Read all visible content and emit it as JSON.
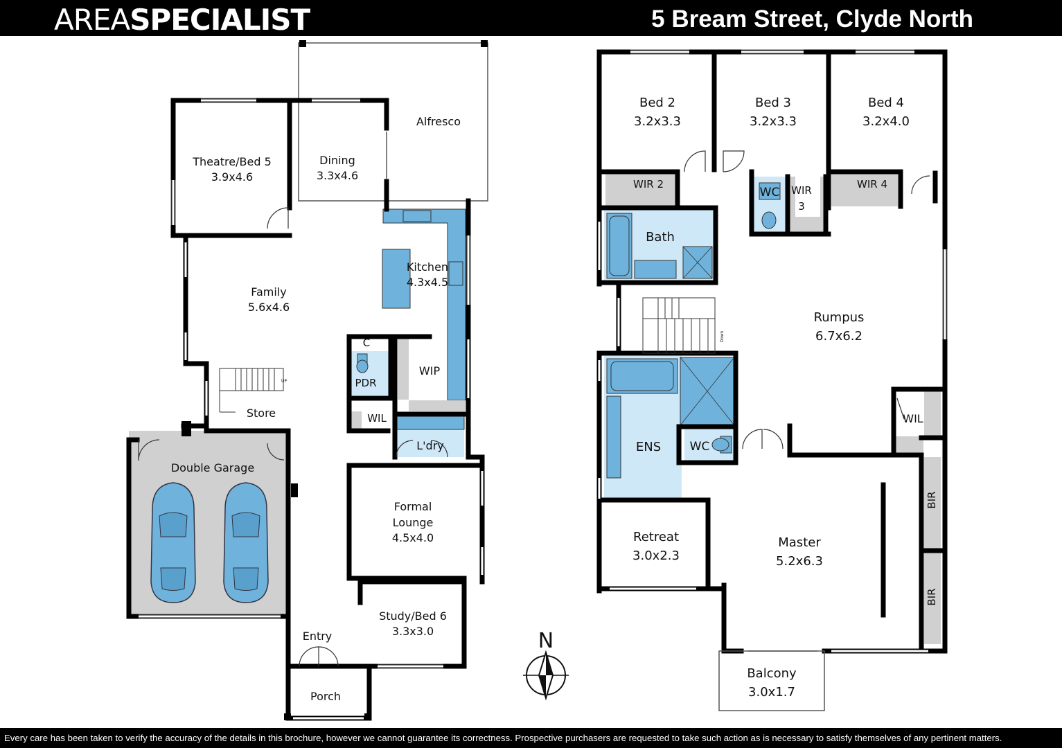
{
  "brand": {
    "light": "AREA",
    "bold": "SPECIALIST"
  },
  "address": "5 Bream Street, Clyde North",
  "disclaimer": "Every care has been taken to verify the accuracy of the details in this brochure, however we cannot guarantee its correctness. Prospective purchasers are requested to take such action as is necessary to satisfy themselves of any pertinent matters.",
  "compass": {
    "label": "N"
  },
  "colors": {
    "wet_area": "#6fb3dc",
    "light_wet": "#cfe8f8",
    "garage": "#d0d0d0",
    "wall": "#000000"
  },
  "ground_floor": {
    "theatre": {
      "name": "Theatre/Bed 5",
      "size": "3.9x4.6"
    },
    "dining": {
      "name": "Dining",
      "size": "3.3x4.6"
    },
    "alfresco": {
      "name": "Alfresco"
    },
    "kitchen": {
      "name": "Kitchen",
      "size": "4.3x4.5"
    },
    "family": {
      "name": "Family",
      "size": "5.6x4.6"
    },
    "c": {
      "name": "C"
    },
    "pdr": {
      "name": "PDR"
    },
    "wip": {
      "name": "WIP"
    },
    "store": {
      "name": "Store"
    },
    "stair_up": {
      "name": "UP"
    },
    "wil": {
      "name": "WIL"
    },
    "laundry": {
      "name": "L'dry"
    },
    "garage": {
      "name": "Double Garage"
    },
    "formal_lounge": {
      "name_line1": "Formal",
      "name_line2": "Lounge",
      "size": "4.5x4.0"
    },
    "study": {
      "name": "Study/Bed 6",
      "size": "3.3x3.0"
    },
    "entry": {
      "name": "Entry"
    },
    "porch": {
      "name": "Porch"
    }
  },
  "first_floor": {
    "bed2": {
      "name": "Bed 2",
      "size": "3.2x3.3"
    },
    "bed3": {
      "name": "Bed 3",
      "size": "3.2x3.3"
    },
    "bed4": {
      "name": "Bed 4",
      "size": "3.2x4.0"
    },
    "wir2": {
      "name": "WIR 2"
    },
    "wc_upper": {
      "name": "WC"
    },
    "wir3": {
      "name_line1": "WIR",
      "name_line2": "3"
    },
    "wir4": {
      "name": "WIR 4"
    },
    "bath": {
      "name": "Bath"
    },
    "stair_down": {
      "name": "Down"
    },
    "rumpus": {
      "name": "Rumpus",
      "size": "6.7x6.2"
    },
    "ens": {
      "name": "ENS"
    },
    "wc_ens": {
      "name": "WC"
    },
    "wil": {
      "name": "WIL"
    },
    "retreat": {
      "name": "Retreat",
      "size": "3.0x2.3"
    },
    "master": {
      "name": "Master",
      "size": "5.2x6.3"
    },
    "bir1": {
      "name": "BIR"
    },
    "bir2": {
      "name": "BIR"
    },
    "balcony": {
      "name": "Balcony",
      "size": "3.0x1.7"
    }
  }
}
